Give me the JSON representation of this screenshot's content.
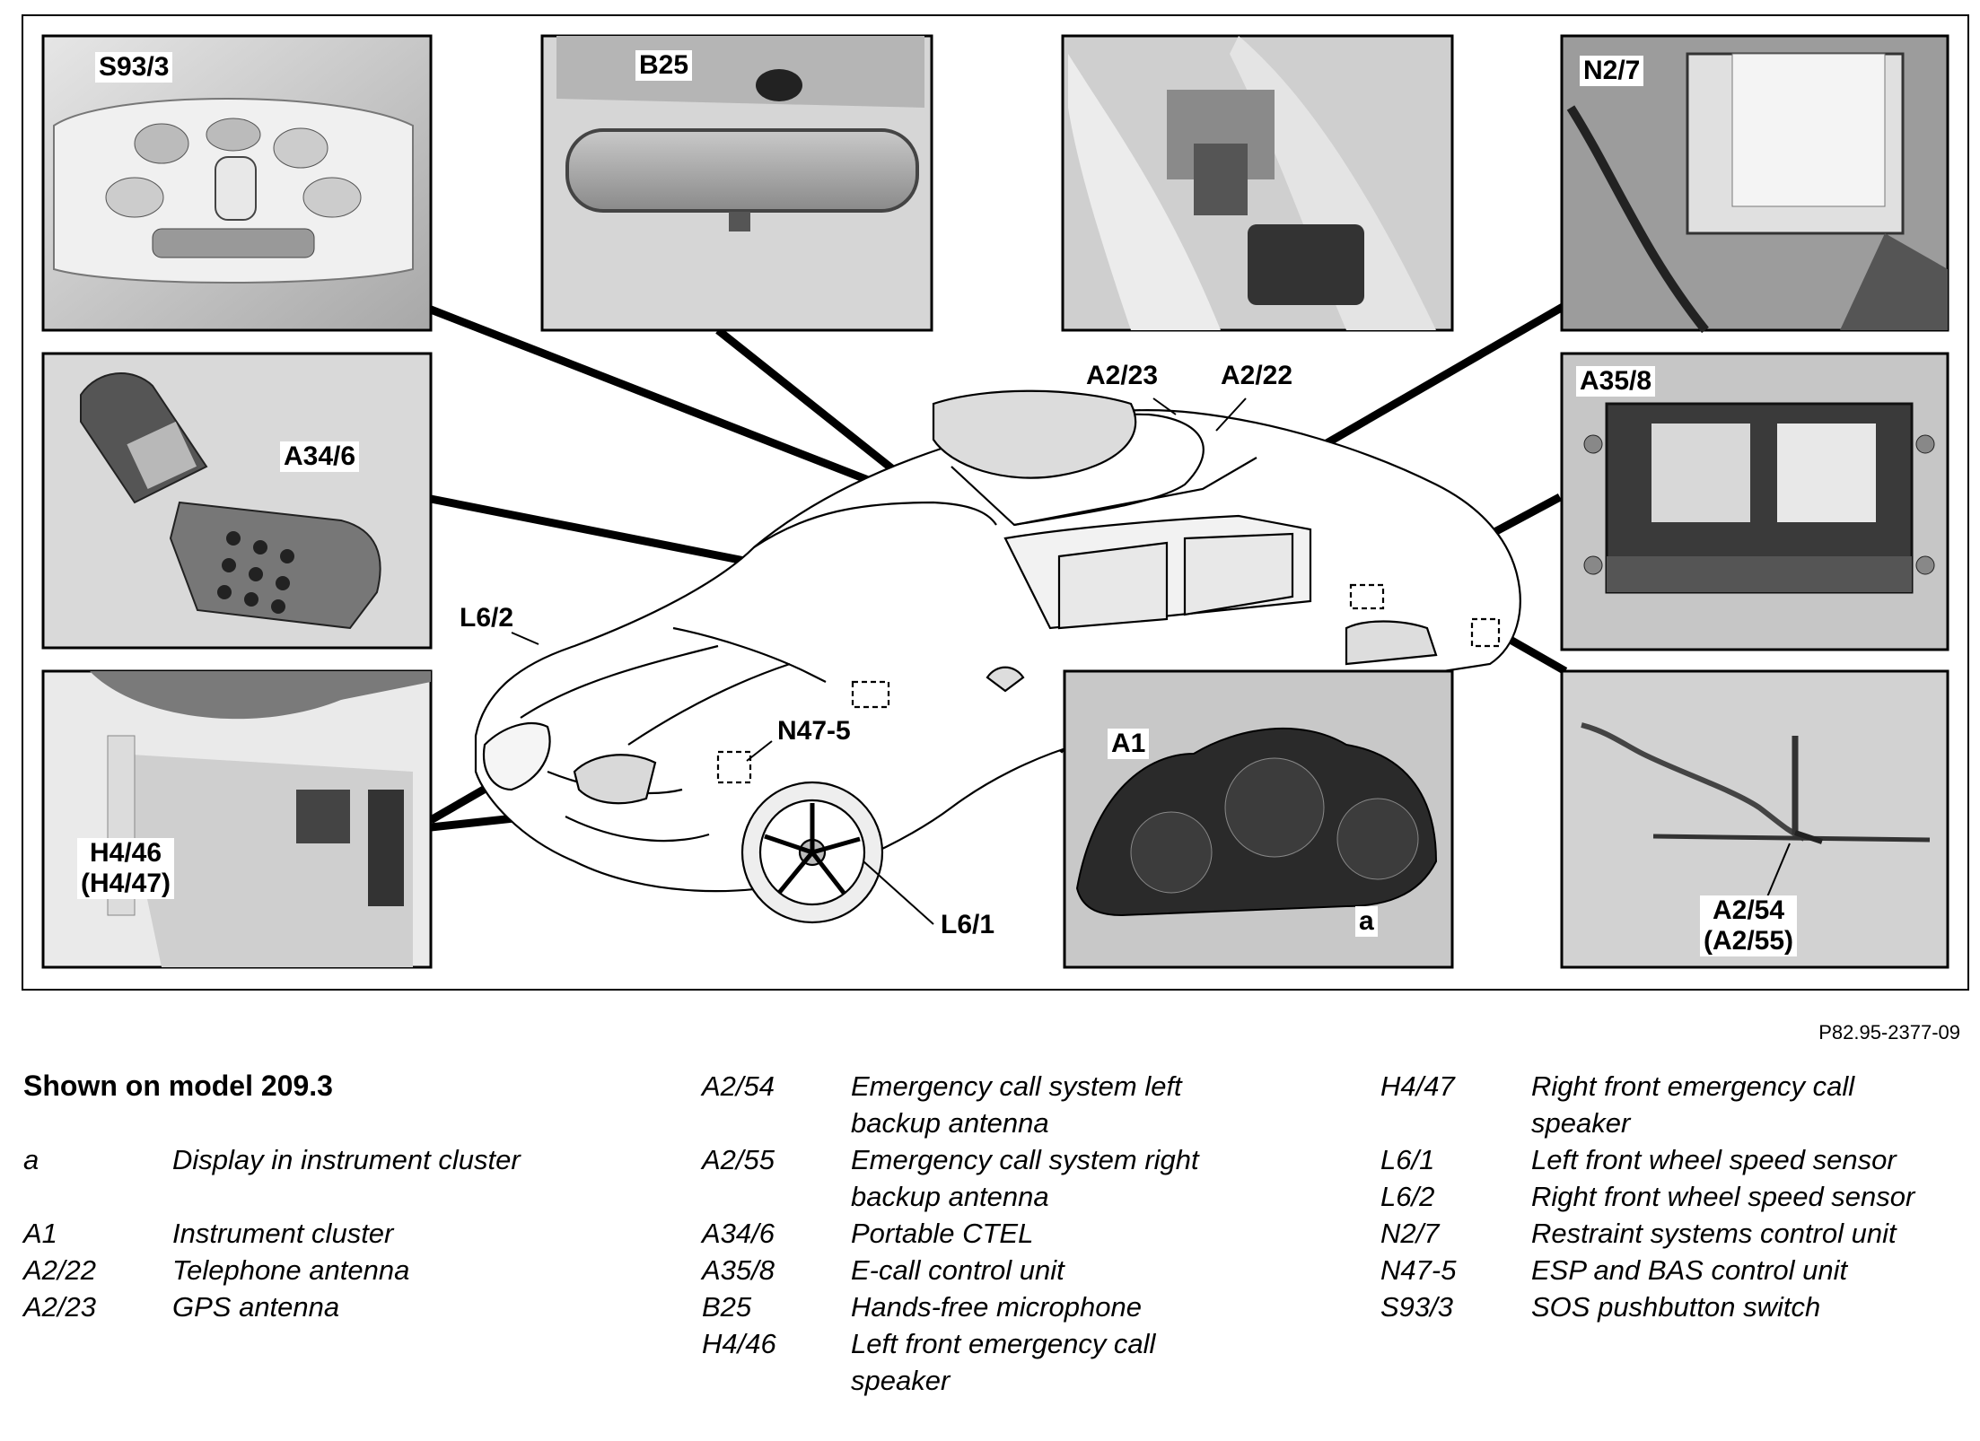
{
  "callouts": {
    "s93_3": "S93/3",
    "b25": "B25",
    "n2_7": "N2/7",
    "a34_6": "A34/6",
    "a35_8": "A35/8",
    "h4_46": "H4/46",
    "h4_47": "(H4/47)",
    "a2_23": "A2/23",
    "a2_22": "A2/22",
    "l6_2": "L6/2",
    "n47_5": "N47-5",
    "l6_1": "L6/1",
    "a1": "A1",
    "a": "a",
    "a2_54": "A2/54",
    "a2_55": "(A2/55)"
  },
  "figure_id": "P82.95-2377-09",
  "legend": {
    "heading": "Shown on model 209.3",
    "col1": [
      {
        "code": "a",
        "desc": "Display in instrument cluster"
      },
      {
        "code": "A1",
        "desc": "Instrument cluster"
      },
      {
        "code": "A2/22",
        "desc": "Telephone antenna"
      },
      {
        "code": "A2/23",
        "desc": "GPS antenna"
      }
    ],
    "col2": [
      {
        "code": "A2/54",
        "desc": "Emergency call system left backup antenna"
      },
      {
        "code": "A2/55",
        "desc": "Emergency call system right backup antenna"
      },
      {
        "code": "A34/6",
        "desc": "Portable CTEL"
      },
      {
        "code": "A35/8",
        "desc": "E-call control unit"
      },
      {
        "code": "B25",
        "desc": "Hands-free microphone"
      },
      {
        "code": "H4/46",
        "desc": "Left front emergency call speaker"
      }
    ],
    "col3": [
      {
        "code": "H4/47",
        "desc": "Right front emergency call speaker"
      },
      {
        "code": "L6/1",
        "desc": "Left front wheel speed sensor"
      },
      {
        "code": "L6/2",
        "desc": "Right front wheel speed sensor"
      },
      {
        "code": "N2/7",
        "desc": "Restraint systems control unit"
      },
      {
        "code": "N47-5",
        "desc": "ESP and BAS control unit"
      },
      {
        "code": "S93/3",
        "desc": "SOS pushbutton switch"
      }
    ]
  }
}
